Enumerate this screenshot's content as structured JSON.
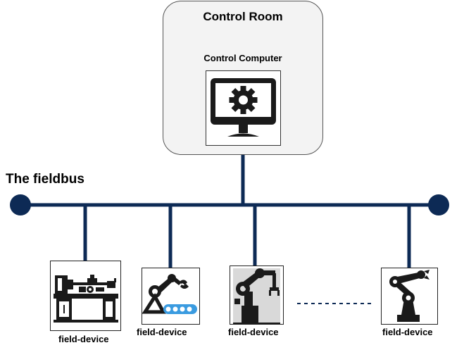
{
  "control_room": {
    "title": "Control Room",
    "computer_label": "Control Computer",
    "computer_icon": "monitor-gear-icon"
  },
  "fieldbus": {
    "label": "The fieldbus"
  },
  "devices": [
    {
      "label": "field-device",
      "icon": "lathe-machine-icon"
    },
    {
      "label": "field-device",
      "icon": "robot-arm-conveyor-icon"
    },
    {
      "label": "field-device",
      "icon": "industrial-robot-arm-icon"
    },
    {
      "label": "field-device",
      "icon": "robot-arm-icon"
    }
  ],
  "colors": {
    "bus": "#0d2a55",
    "dots": "#0d2a55",
    "conveyor": "#3a9be0",
    "icon": "#1a1a1a"
  }
}
